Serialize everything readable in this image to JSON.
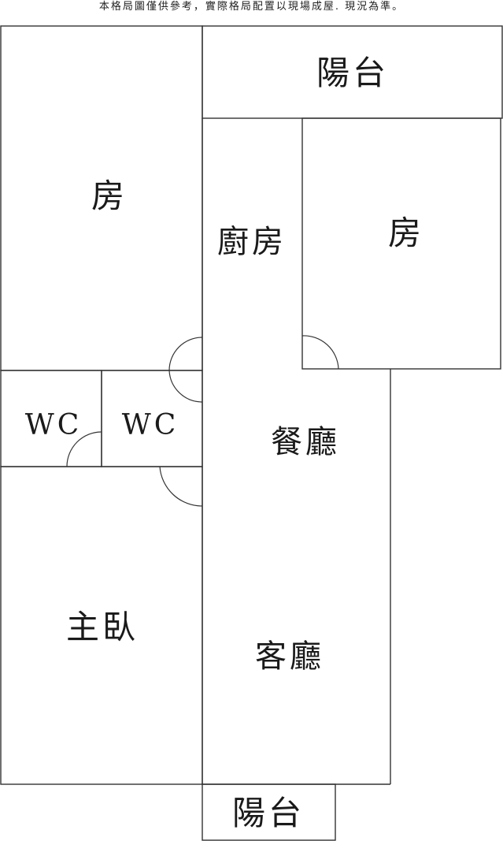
{
  "disclaimer": "本格局圖僅供參考，實際格局配置以現場成屋. 現況為準。",
  "rooms": {
    "balcony_top": "陽台",
    "room_left": "房",
    "kitchen": "廚房",
    "room_right": "房",
    "wc_left": "WC",
    "wc_right": "WC",
    "dining": "餐廳",
    "master_bedroom": "主臥",
    "living": "客廳",
    "balcony_bottom": "陽台"
  },
  "colors": {
    "wall": "#333333",
    "text": "#1a1a1a",
    "background": "#ffffff"
  }
}
